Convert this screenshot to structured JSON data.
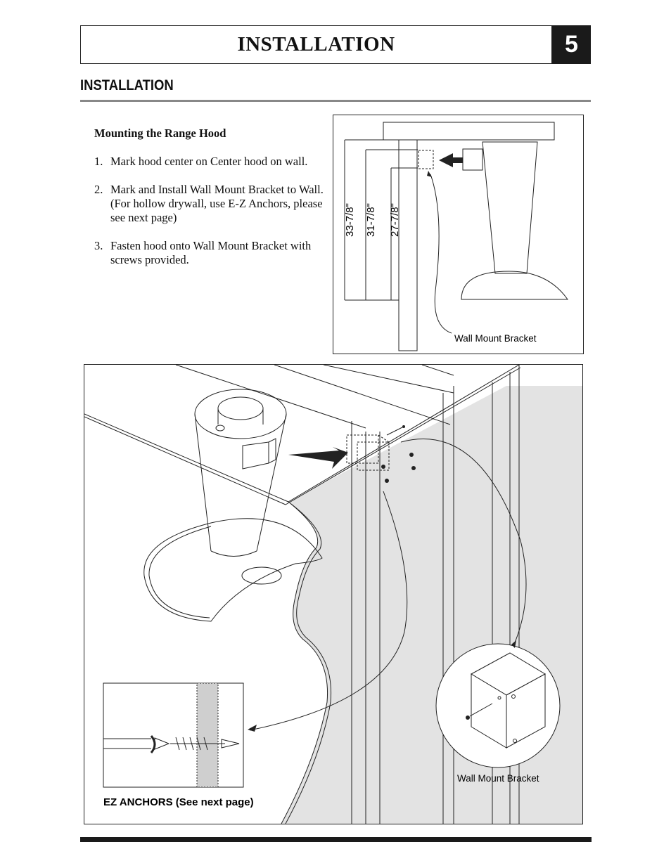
{
  "header": {
    "title": "INSTALLATION",
    "chapter": "5"
  },
  "section": {
    "title": "INSTALLATION"
  },
  "instructions": {
    "heading": "Mounting the Range Hood",
    "steps": [
      {
        "num": "1.",
        "text": "Mark hood center on Center hood on wall."
      },
      {
        "num": "2.",
        "text": "Mark and Install Wall Mount Bracket to Wall.  (For hollow drywall, use E-Z Anchors, please see next page)"
      },
      {
        "num": "3.",
        "text": "Fasten hood onto Wall Mount Bracket with screws provided."
      }
    ]
  },
  "top_diagram": {
    "dimensions": [
      "33-7/8\"",
      "31-7/8\"",
      "27-7/8\""
    ],
    "bracket_label": "Wall Mount Bracket"
  },
  "main_diagram": {
    "bracket_label": "Wall Mount Bracket",
    "anchors_label": "EZ ANCHORS (See next page)"
  }
}
